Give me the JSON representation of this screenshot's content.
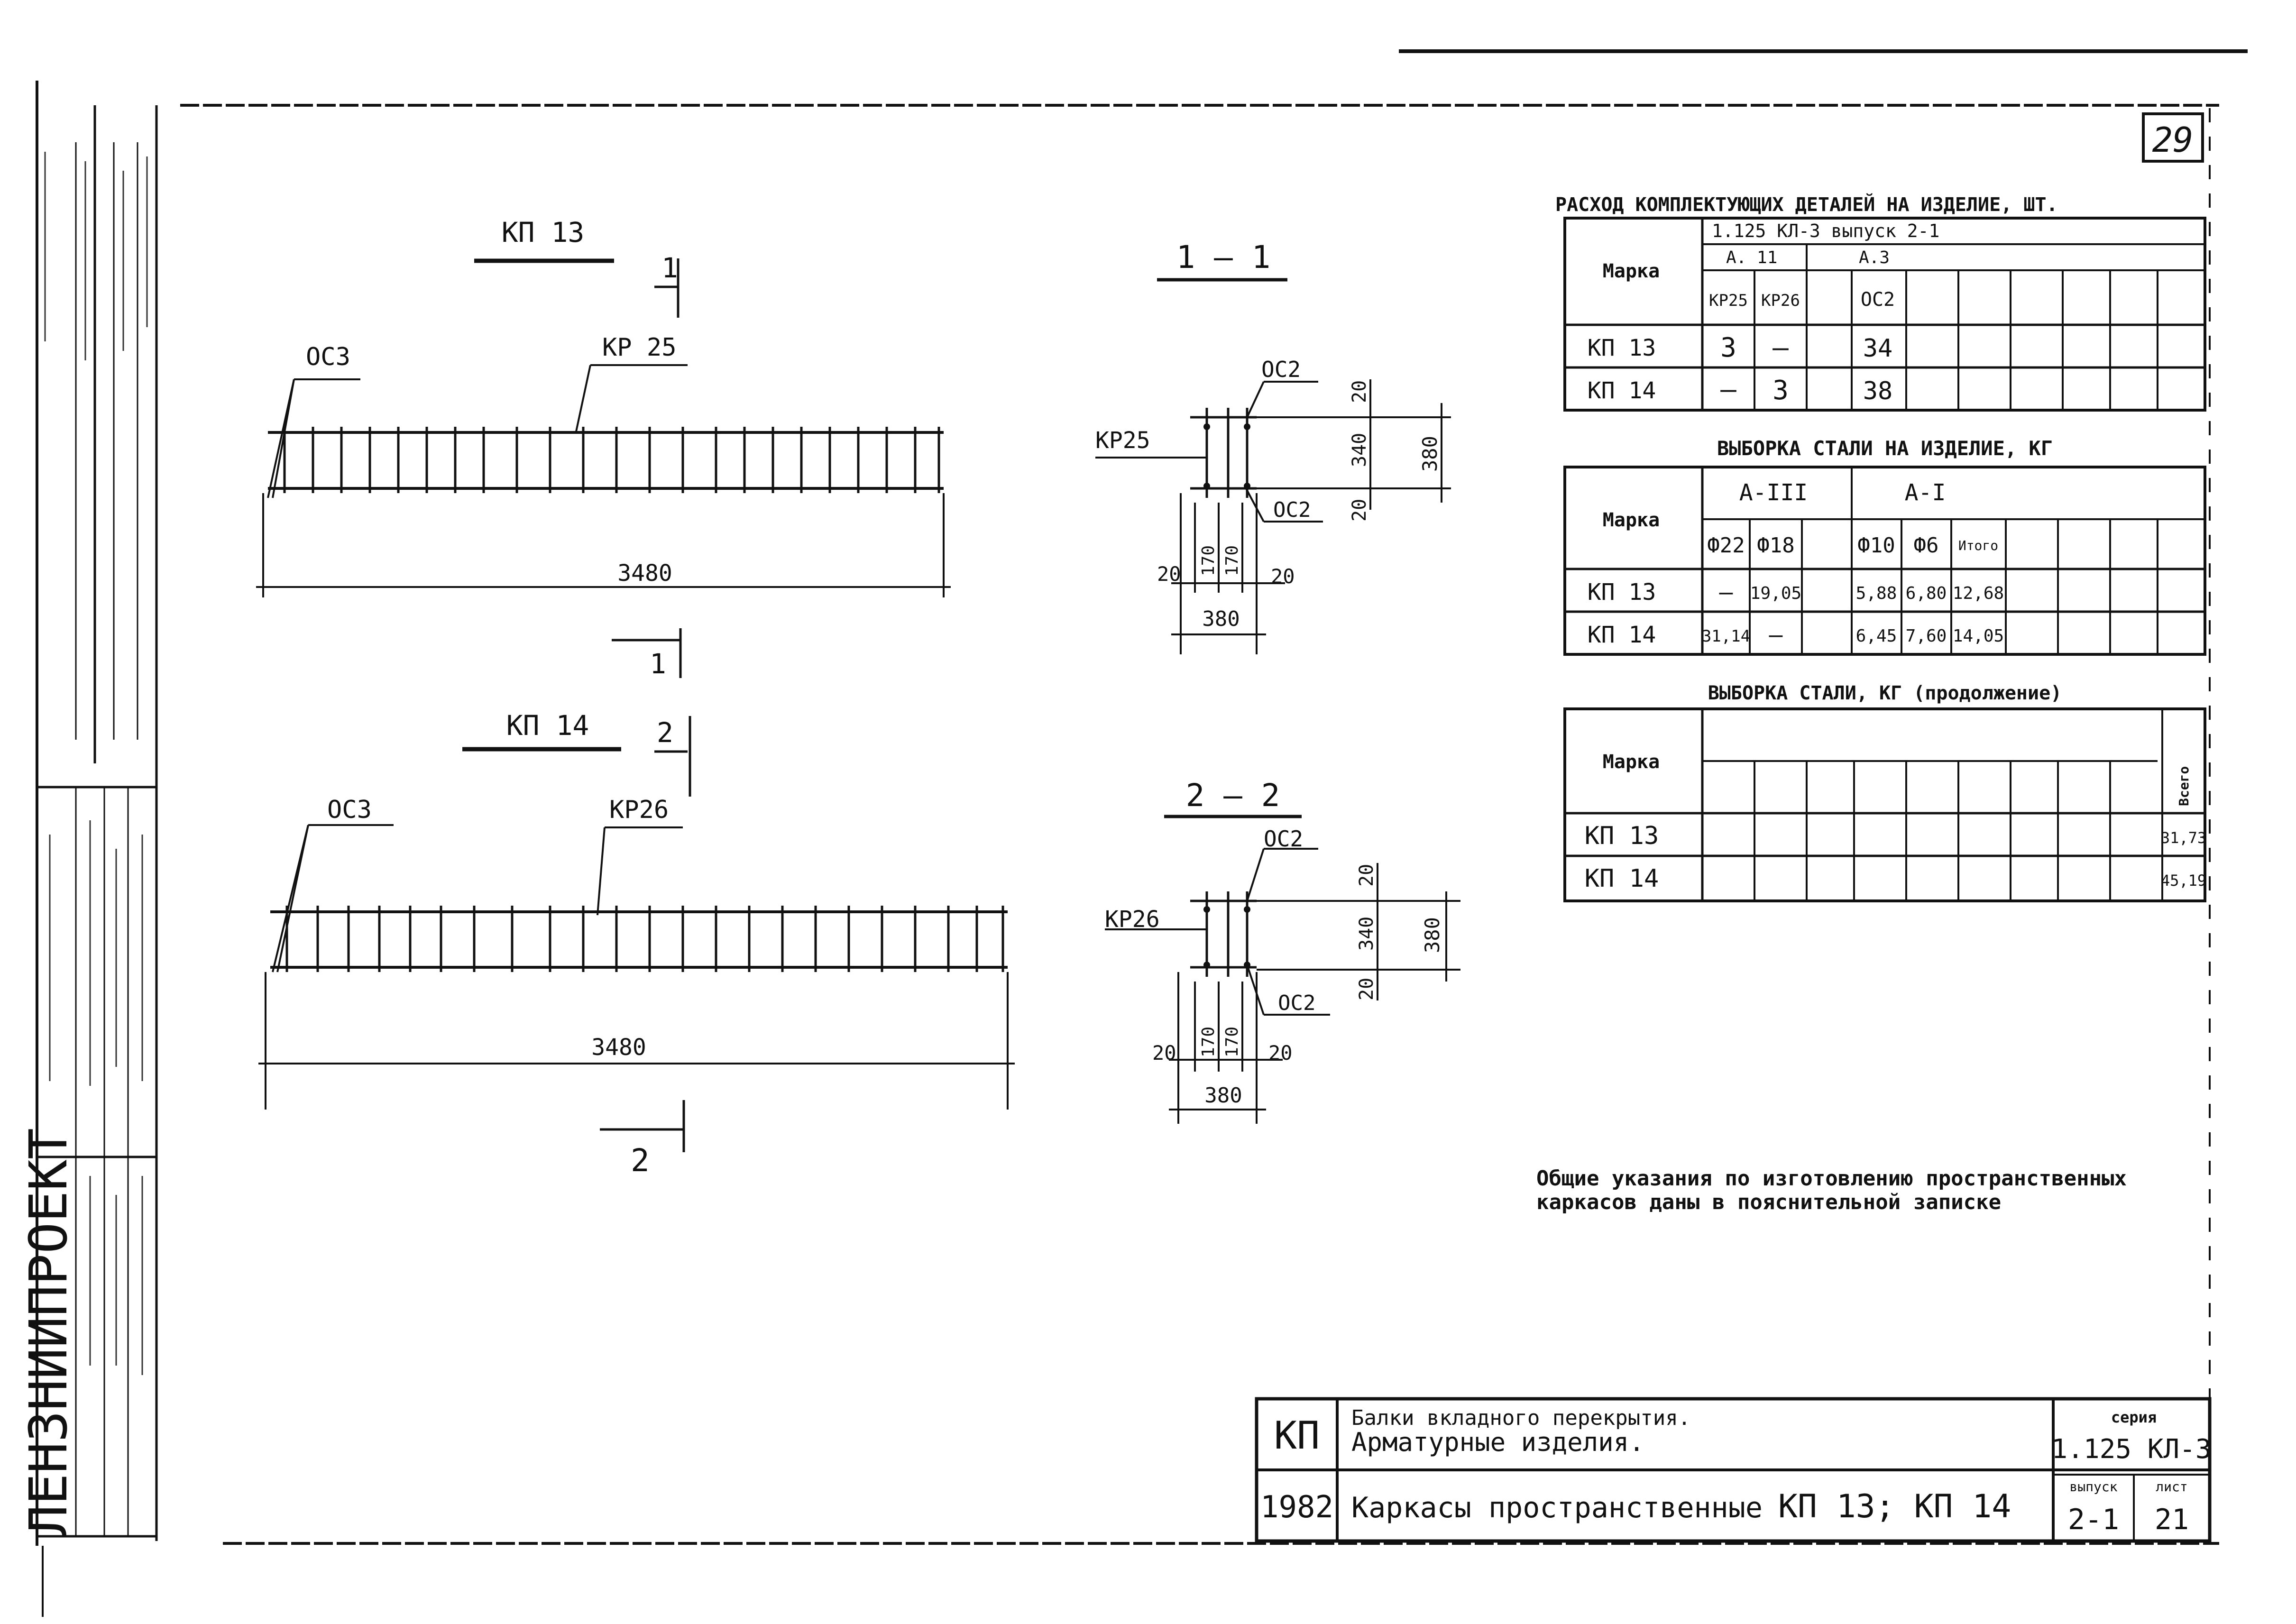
{
  "sheet_number": "29",
  "views": {
    "kp13": {
      "title": "КП 13",
      "label_a": "ОС3",
      "label_b": "КР 25",
      "length": "3480",
      "section_mark": "1"
    },
    "kp14": {
      "title": "КП 14",
      "label_a": "ОС3",
      "label_b": "КР26",
      "length": "3480",
      "section_mark": "2"
    },
    "section_1": {
      "title": "1 — 1",
      "frame_label": "КР25",
      "top_label": "ОС2",
      "mid_label": "ОС2",
      "dim_20_top": "20",
      "dim_340": "340",
      "dim_380_v": "380",
      "dim_20_side": "20",
      "dim_20_left": "20",
      "dim_170_a": "170",
      "dim_170_b": "170",
      "dim_20_right": "20",
      "dim_380_h": "380"
    },
    "section_2": {
      "title": "2 — 2",
      "frame_label": "КР26",
      "top_label": "ОС2",
      "mid_label": "ОС2",
      "dim_20_top": "20",
      "dim_340": "340",
      "dim_380_v": "380",
      "dim_20_side": "20",
      "dim_20_left": "20",
      "dim_170_a": "170",
      "dim_170_b": "170",
      "dim_20_right": "20",
      "dim_380_h": "380"
    }
  },
  "table_parts": {
    "title": "РАСХОД КОМПЛЕКТУЮЩИХ ДЕТАЛЕЙ НА ИЗДЕЛИЕ, ШТ.",
    "header_series": "1.125 КЛ-3 выпуск 2-1",
    "header_group1": "А. 11",
    "header_group2": "А.3",
    "mark_header": "Марка",
    "columns": [
      "КР25",
      "КР26",
      "ОС2"
    ],
    "rows": [
      {
        "mark": "КП 13",
        "cells": [
          "3",
          "—",
          "34"
        ]
      },
      {
        "mark": "КП 14",
        "cells": [
          "—",
          "3",
          "38"
        ]
      }
    ]
  },
  "table_steel": {
    "title": "ВЫБОРКА СТАЛИ НА ИЗДЕЛИЕ, КГ",
    "group1": "А-III",
    "group2": "А-I",
    "mark_header": "Марка",
    "columns": [
      "Ф22",
      "Ф18",
      "Ф10",
      "Ф6",
      "Итого"
    ],
    "rows": [
      {
        "mark": "КП 13",
        "cells": [
          "—",
          "19,05",
          "5,88",
          "6,80",
          "12,68"
        ]
      },
      {
        "mark": "КП 14",
        "cells": [
          "31,14",
          "—",
          "6,45",
          "7,60",
          "14,05"
        ]
      }
    ]
  },
  "table_steel_cont": {
    "title": "ВЫБОРКА СТАЛИ, КГ (продолжение)",
    "mark_header": "Марка",
    "total_header": "Всего",
    "rows": [
      {
        "mark": "КП 13",
        "total": "31,73"
      },
      {
        "mark": "КП 14",
        "total": "45,19"
      }
    ]
  },
  "note": {
    "line1": "Общие указания по изготовлению пространственных",
    "line2": "каркасов даны в пояснительной записке"
  },
  "title_block": {
    "code": "КП",
    "year": "1982",
    "line1": "Балки вкладного перекрытия.",
    "line2": "Арматурные изделия.",
    "line3": "Каркасы пространственные",
    "line4": "КП 13; КП 14",
    "series_label": "серия",
    "series_value": "1.125 КЛ-3",
    "issue_label": "выпуск",
    "issue_value": "2-1",
    "sheet_label": "лист",
    "sheet_value": "21"
  },
  "left_stamp": {
    "org": "ЛЕНЗНИИПРОЕКТ"
  }
}
